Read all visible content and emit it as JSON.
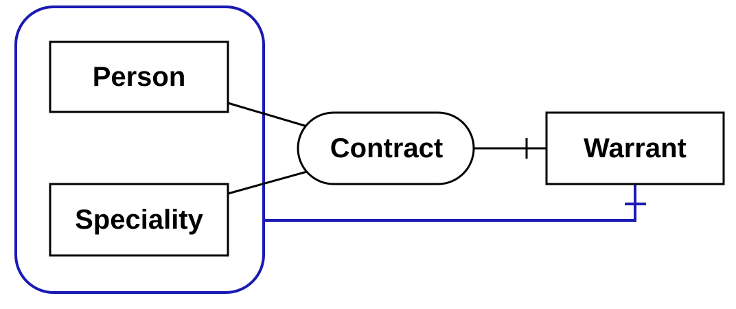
{
  "entities": {
    "person": "Person",
    "speciality": "Speciality",
    "warrant": "Warrant"
  },
  "relationship": {
    "contract": "Contract"
  },
  "colors": {
    "stroke": "#000000",
    "group": "#1a1ab4",
    "background": "#ffffff"
  }
}
